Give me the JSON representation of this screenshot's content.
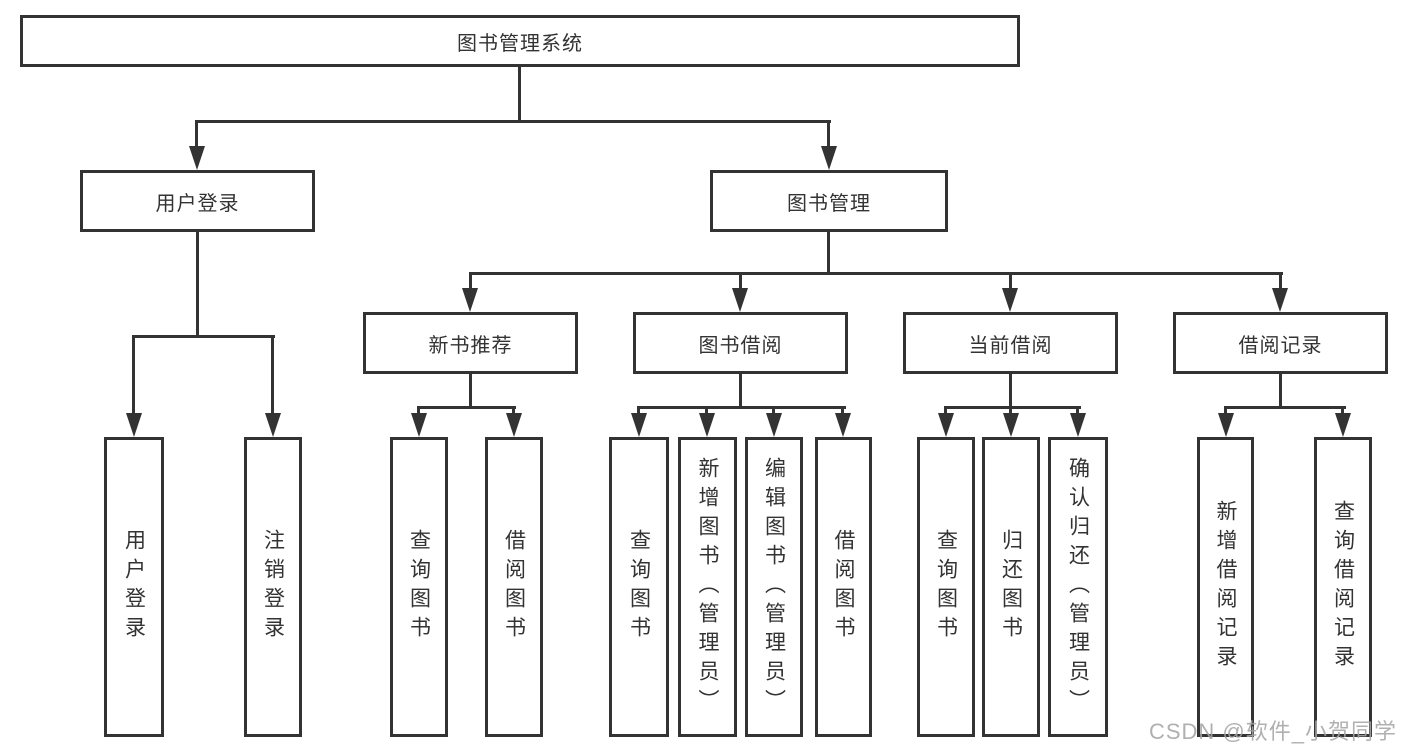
{
  "diagram": {
    "root": {
      "label": "图书管理系统"
    },
    "level2": [
      {
        "label": "用户登录"
      },
      {
        "label": "图书管理"
      }
    ],
    "level3": [
      {
        "label": "新书推荐"
      },
      {
        "label": "图书借阅"
      },
      {
        "label": "当前借阅"
      },
      {
        "label": "借阅记录"
      }
    ],
    "leaves": {
      "user_login": [
        {
          "label": "用户登录"
        },
        {
          "label": "注销登录"
        }
      ],
      "new_book": [
        {
          "label": "查询图书"
        },
        {
          "label": "借阅图书"
        }
      ],
      "book_borrow": [
        {
          "label": "查询图书"
        },
        {
          "label": "新增图书（管理员）"
        },
        {
          "label": "编辑图书（管理员）"
        },
        {
          "label": "借阅图书"
        }
      ],
      "current_borrow": [
        {
          "label": "查询图书"
        },
        {
          "label": "归还图书"
        },
        {
          "label": "确认归还（管理员）"
        }
      ],
      "borrow_record": [
        {
          "label": "新增借阅记录"
        },
        {
          "label": "查询借阅记录"
        }
      ]
    },
    "colors": {
      "line": "#333333",
      "box_background": "#ffffff",
      "text": "#333333",
      "watermark": "#a5a5a5"
    },
    "watermark": "CSDN @软件_小贺同学"
  }
}
